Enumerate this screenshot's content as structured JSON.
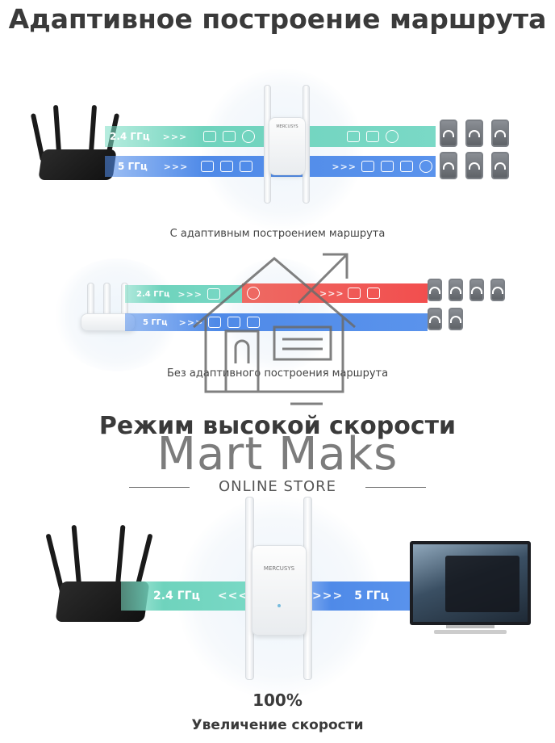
{
  "title_top": "Адаптивное построение маршрута",
  "diagram1": {
    "band_24_label": "2.4 ГГц",
    "band_5_label": "5 ГГц",
    "extender_brand": "MERCUSYS",
    "caption": "С адаптивным построением маршрута"
  },
  "diagram2": {
    "band_24_label": "2.4 ГГц",
    "band_5_label": "5 ГГц",
    "caption": "Без адаптивного построения маршрута"
  },
  "title_mid": "Режим высокой скорости",
  "watermark": {
    "brand": "Mart Maks",
    "subtitle": "ONLINE STORE"
  },
  "diagram3": {
    "band_24_label": "2.4 ГГц",
    "band_5_label": "5 ГГц",
    "extender_brand": "MERCUSYS",
    "percent": "100%",
    "percent_caption": "Увеличение скорости"
  },
  "colors": {
    "teal": "#6fd3bd",
    "blue": "#4f8ae8",
    "red": "#f24e4e",
    "title": "#3a3a3a"
  },
  "icons": [
    "wifi-router-icon",
    "camera-icon",
    "gamepad-icon",
    "mail-icon",
    "cloud-icon",
    "play-icon",
    "smartphone-icon",
    "home-store-logo-icon"
  ]
}
